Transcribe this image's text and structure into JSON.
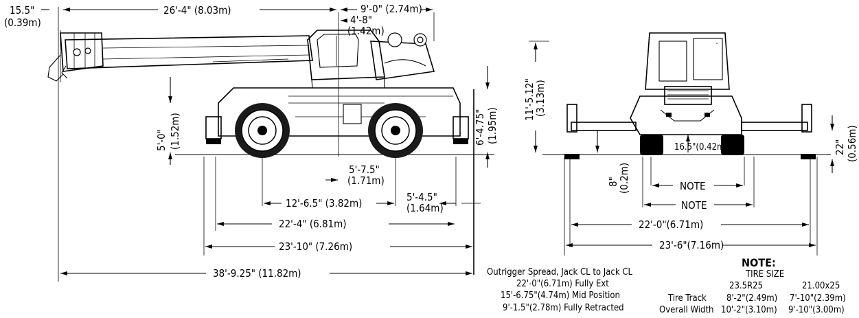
{
  "side_view": {
    "boom_nose_offset": [
      "15.5\"",
      "(0.39m)"
    ],
    "boom_length": "26'-4\" (8.03m)",
    "cab_width": "9'-0\" (2.74m)",
    "cab_offset": [
      "4'-8\"",
      "(1.42m)"
    ],
    "frame_height": [
      "5'-0\"",
      "(1.52m)"
    ],
    "overall_height": [
      "6'-4.75\"",
      "(1.95m)"
    ],
    "axle_to_rear": [
      "5'-7.5\"",
      "(1.71m)"
    ],
    "wheelbase": "12'-6.5\" (3.82m)",
    "rear_overhang": [
      "5'-4.5\"",
      "(1.64m)"
    ],
    "outrigger_length": "22'-4\" (6.81m)",
    "overall_length": "23'-10\" (7.26m)",
    "length_with_boom": "38'-9.25\" (11.82m)"
  },
  "rear_view": {
    "cab_height": [
      "11'-5.12\"",
      "(3.13m)"
    ],
    "ground_clearance": "16.5\"(0.42m)",
    "outrigger_drop": [
      "8\"",
      "(0.2m)"
    ],
    "pad_height": [
      "22\"",
      "(0.56m)"
    ],
    "note_inner": "NOTE",
    "note_outer": "NOTE",
    "spread_inner": "22'-0\"(6.71m)",
    "spread_outer": "23'-6\"(7.16m)"
  },
  "outrigger_spread": {
    "title": "Outrigger Spread, Jack CL to Jack CL",
    "lines": [
      "22'-0\"(6.71m) Fully Ext",
      "15'-6.75\"(4.74m) Mid Position",
      "9'-1.5\"(2.78m) Fully Retracted"
    ]
  },
  "note_table": {
    "title": "NOTE:",
    "subtitle": "TIRE SIZE",
    "columns": [
      "23.5R25",
      "21.00x25"
    ],
    "rows": [
      {
        "label": "Tire Track",
        "values": [
          "8'-2\"(2.49m)",
          "7'-10\"(2.39m)"
        ]
      },
      {
        "label": "Overall Width",
        "values": [
          "10'-2\"(3.10m)",
          "9'-10\"(3.00m)"
        ]
      }
    ]
  }
}
